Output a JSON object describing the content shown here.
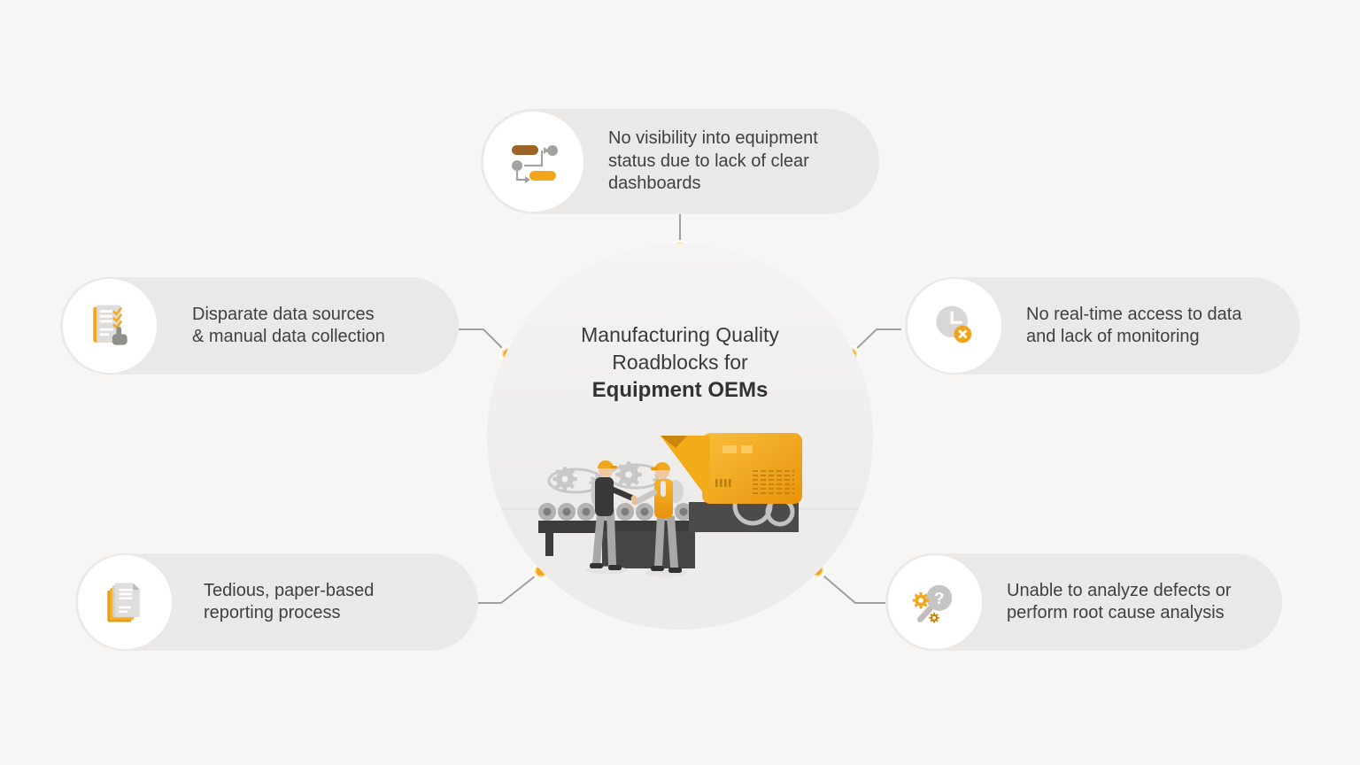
{
  "colors": {
    "background": "#F7F6F4",
    "pill_background": "#EAE9E7",
    "icon_circle": "#FFFFFF",
    "text": "#41403E",
    "accent_amber": "#F2A71B",
    "accent_brown": "#9A6526",
    "connector_gray": "#A0A09E",
    "dark_gray": "#3C3C3A"
  },
  "center": {
    "title_lines": [
      "Manufacturing Quality",
      "Roadblocks for"
    ],
    "title_bold": "Equipment OEMs"
  },
  "icons": {
    "magnifier_glyph": "?"
  },
  "callouts": {
    "top": {
      "icon": "flowchart-icon",
      "lines": [
        "No visibility into equipment",
        "status due to lack of clear",
        "dashboards"
      ]
    },
    "left": {
      "icon": "checklist-icon",
      "lines": [
        "Disparate data sources",
        "& manual data collection"
      ]
    },
    "right": {
      "icon": "clock-icon",
      "lines": [
        "No real-time access to data",
        "and lack of monitoring"
      ]
    },
    "bottom_left": {
      "icon": "papers-icon",
      "lines": [
        "Tedious, paper-based",
        "reporting process"
      ]
    },
    "bottom_right": {
      "icon": "magnifier-icon",
      "lines": [
        "Unable to analyze defects or",
        "perform root cause analysis"
      ]
    }
  }
}
